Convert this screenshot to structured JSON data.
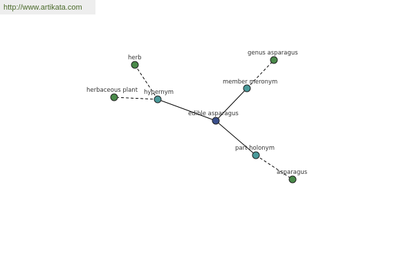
{
  "banner": {
    "url_text": "http://www.artikata.com"
  },
  "colors": {
    "center_node": "#3a4f8c",
    "relation_node": "#4a9a9a",
    "leaf_node": "#4a8a4a",
    "url_text": "#4a6a2a",
    "banner_bg": "#eeeeee"
  },
  "graph": {
    "nodes": [
      {
        "id": "edible-asparagus",
        "label": "edible asparagus",
        "kind": "center"
      },
      {
        "id": "hypernym",
        "label": "hypernym",
        "kind": "relation"
      },
      {
        "id": "member-meronym",
        "label": "member meronym",
        "kind": "relation"
      },
      {
        "id": "part-holonym",
        "label": "part holonym",
        "kind": "relation"
      },
      {
        "id": "herb",
        "label": "herb",
        "kind": "leaf"
      },
      {
        "id": "herbaceous-plant",
        "label": "herbaceous plant",
        "kind": "leaf"
      },
      {
        "id": "genus-asparagus",
        "label": "genus asparagus",
        "kind": "leaf"
      },
      {
        "id": "asparagus",
        "label": "asparagus",
        "kind": "leaf"
      }
    ],
    "edges": [
      {
        "from": "edible-asparagus",
        "to": "hypernym",
        "style": "solid"
      },
      {
        "from": "edible-asparagus",
        "to": "member-meronym",
        "style": "solid"
      },
      {
        "from": "edible-asparagus",
        "to": "part-holonym",
        "style": "solid"
      },
      {
        "from": "hypernym",
        "to": "herb",
        "style": "dashed"
      },
      {
        "from": "hypernym",
        "to": "herbaceous-plant",
        "style": "dashed"
      },
      {
        "from": "member-meronym",
        "to": "genus-asparagus",
        "style": "dashed"
      },
      {
        "from": "part-holonym",
        "to": "asparagus",
        "style": "dashed"
      }
    ]
  }
}
